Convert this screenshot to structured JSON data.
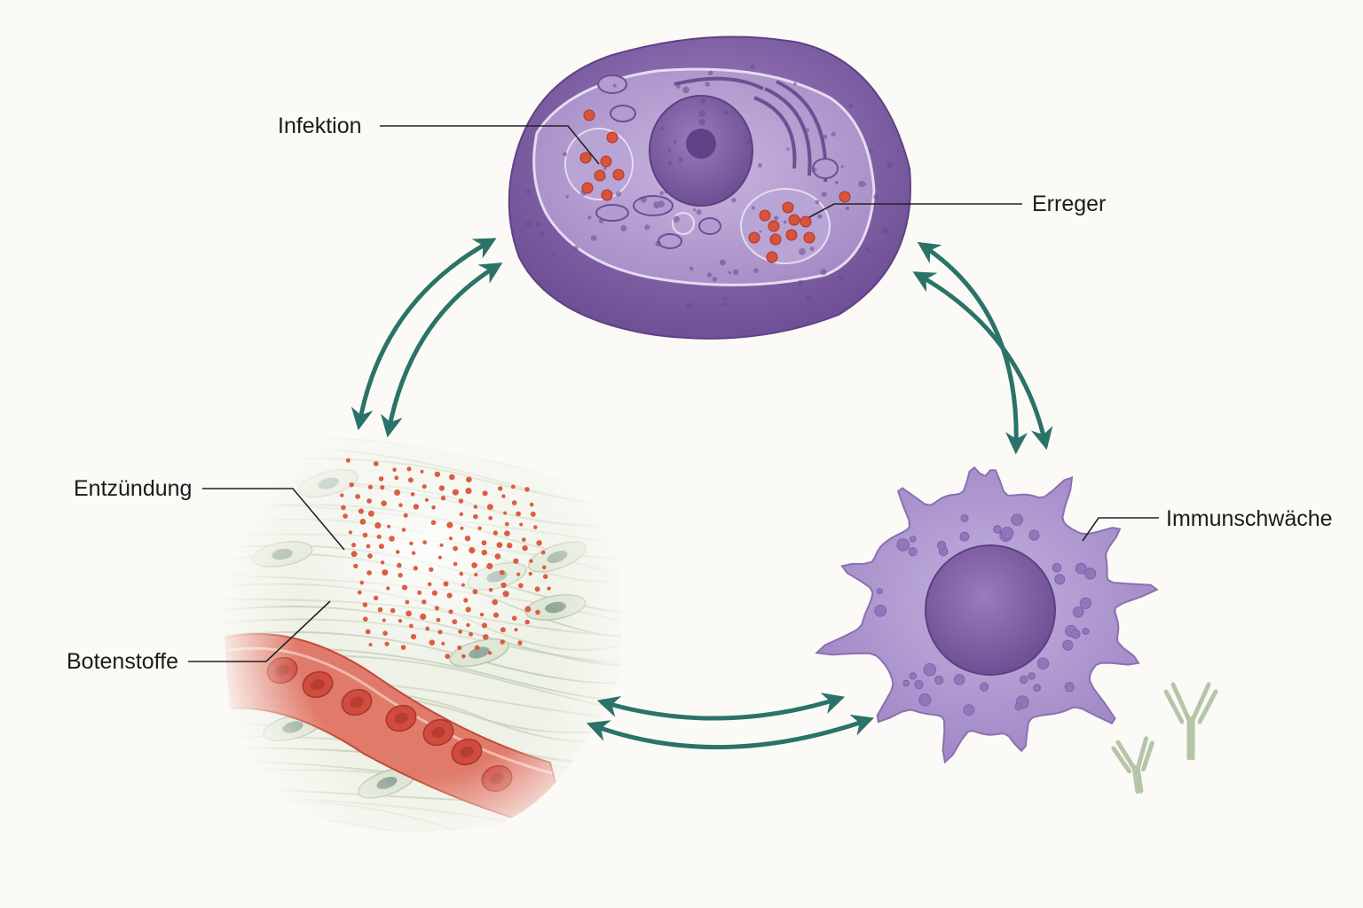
{
  "labels": {
    "infection": "Infektion",
    "pathogen": "Erreger",
    "inflammation": "Entzündung",
    "messengers": "Botenstoffe",
    "immunodeficiency": "Immunschwäche"
  },
  "colors": {
    "cycle_arrow": "#2b7368",
    "cell_dark": "#7e5ea3",
    "cell_light": "#b8a2d4",
    "pathogen_dot": "#d9523a",
    "tissue_fiber": "#c9d2bc",
    "blood_vessel": "#d9695a",
    "antibody": "#b5c6a8",
    "background": "#fbfaf6"
  }
}
